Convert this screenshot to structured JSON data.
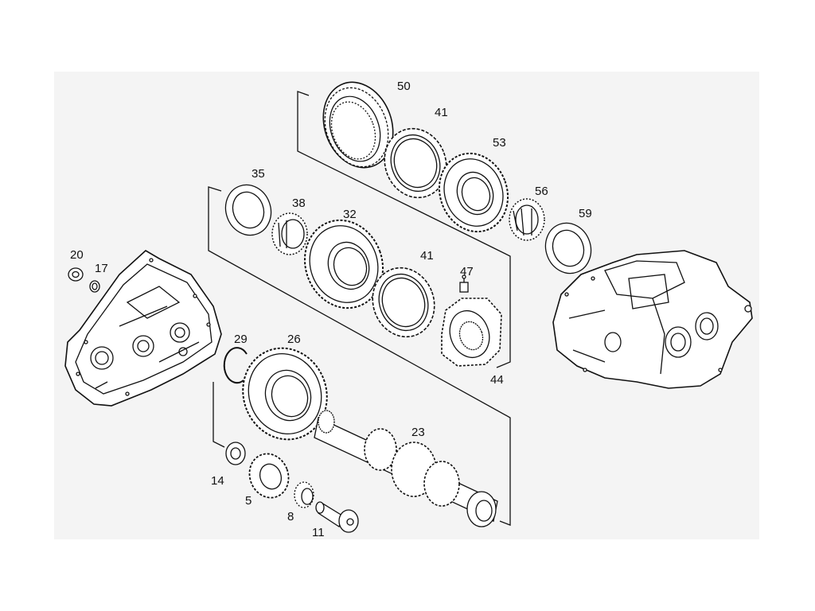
{
  "colors": {
    "line": "#111111",
    "fill": "#ffffff",
    "panel": "#f4f4f4"
  },
  "parts": {
    "p50": "50",
    "p41a": "41",
    "p53": "53",
    "p35": "35",
    "p38": "38",
    "p32": "32",
    "p56": "56",
    "p59": "59",
    "p20": "20",
    "p17": "17",
    "p41b": "41",
    "p47": "47",
    "p29": "29",
    "p26": "26",
    "p44": "44",
    "p23": "23",
    "p14": "14",
    "p5": "5",
    "p8": "8",
    "p11": "11"
  }
}
